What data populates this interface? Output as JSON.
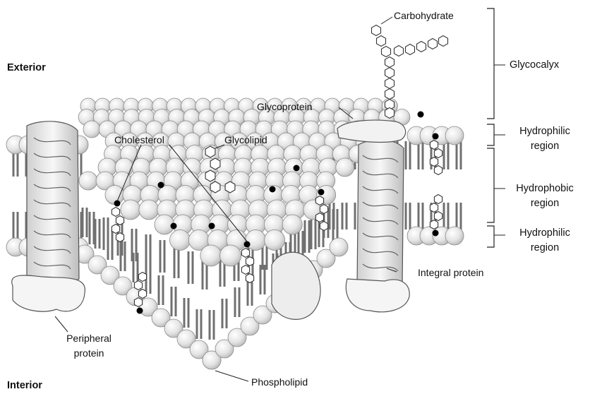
{
  "regions": {
    "exterior": "Exterior",
    "interior": "Interior"
  },
  "labels": {
    "carbohydrate": "Carbohydrate",
    "glycocalyx": "Glycocalyx",
    "glycoprotein": "Glycoprotein",
    "cholesterol": "Cholesterol",
    "glycolipid": "Glycolipid",
    "hydrophilic_top_1": "Hydrophilic",
    "hydrophilic_top_2": "region",
    "hydrophobic_1": "Hydrophobic",
    "hydrophobic_2": "region",
    "hydrophilic_bottom_1": "Hydrophilic",
    "hydrophilic_bottom_2": "region",
    "integral_protein": "Integral protein",
    "peripheral_protein_1": "Peripheral",
    "peripheral_protein_2": "protein",
    "phospholipid": "Phospholipid"
  },
  "colors": {
    "head_fill": "#e6e6e6",
    "head_stroke": "#8a8a8a",
    "tail": "#707070",
    "protein_fill": "#f2f2f2",
    "protein_stroke": "#555555",
    "cholesterol_dot": "#000000"
  }
}
